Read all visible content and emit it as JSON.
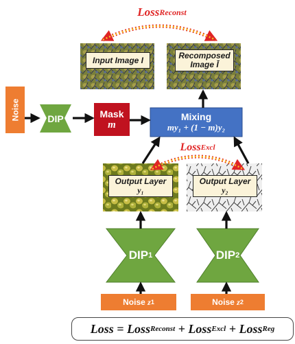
{
  "nodes": {
    "noise_main": "Noise",
    "dip_main": "DIP",
    "mask": {
      "title": "Mask",
      "symbol": "m"
    },
    "mixing": {
      "title": "Mixing",
      "formula": "my₁ + (1 − m)y₂"
    },
    "input_image": "Input Image I",
    "recomposed_image": {
      "line1": "Recomposed",
      "line2": "Image Ī"
    },
    "output_layer_1": {
      "line1": "Output Layer",
      "line2": "y₁"
    },
    "output_layer_2": {
      "line1": "Output Layer",
      "line2": "y₂"
    },
    "dip1": {
      "base": "DIP",
      "sub": "1"
    },
    "dip2": {
      "base": "DIP",
      "sub": "2"
    },
    "noise_z1": {
      "base": "Noise ",
      "var": "z",
      "sub": "1"
    },
    "noise_z2": {
      "base": "Noise ",
      "var": "z",
      "sub": "2"
    }
  },
  "losses": {
    "reconst": {
      "base": "Loss",
      "sub": "Reconst"
    },
    "excl": {
      "base": "Loss",
      "sub": "Excl"
    }
  },
  "formula": {
    "lhs": "Loss",
    "eq": " = ",
    "t1": "Loss",
    "t1_sub": "Reconst",
    "plus1": " + ",
    "t2": "Loss",
    "t2_sub": "Excl",
    "plus2": " + ",
    "t3": "Loss",
    "t3_sub": "Reg"
  },
  "colors": {
    "noise_orange": "#ee7d31",
    "dip_green": "#6fa640",
    "mask_red": "#c0121f",
    "mixing_blue": "#4472c4",
    "loss_red": "#e02525",
    "arc_yellow": "#f7c326",
    "caption_bg": "#fbf3d9"
  }
}
